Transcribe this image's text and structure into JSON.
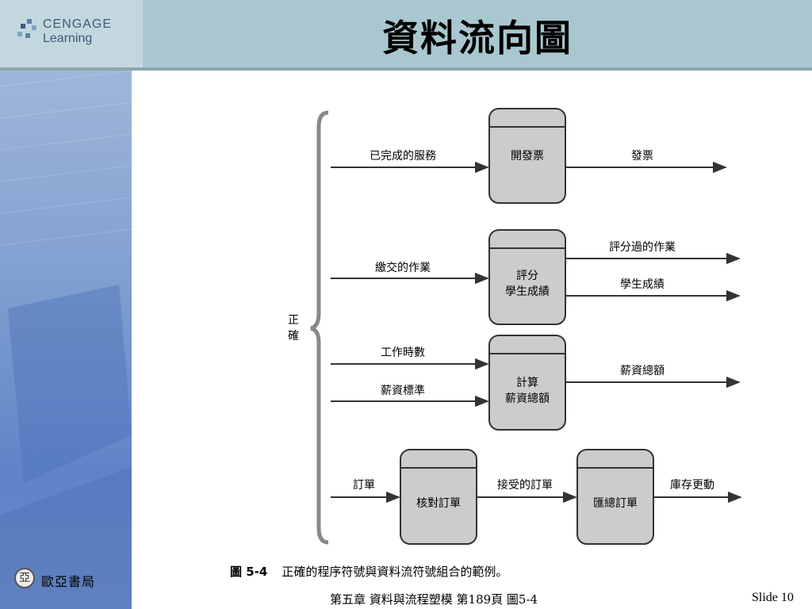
{
  "slide": {
    "title": "資料流向圖",
    "logo_line1": "CENGAGE",
    "logo_line2": "Learning",
    "publisher": "歐亞書局",
    "publisher_mark": "亞",
    "footer": "第五章 資料與流程塑模 第189頁 圖5-4",
    "slide_number": "Slide 10"
  },
  "diagram": {
    "brace_label": [
      "正",
      "確"
    ],
    "processes": [
      {
        "id": "p1",
        "lines": [
          "開發票"
        ]
      },
      {
        "id": "p2",
        "lines": [
          "評分",
          "學生成績"
        ]
      },
      {
        "id": "p3",
        "lines": [
          "計算",
          "薪資總額"
        ]
      },
      {
        "id": "p4",
        "lines": [
          "核對訂單"
        ]
      },
      {
        "id": "p5",
        "lines": [
          "匯總訂單"
        ]
      }
    ],
    "flows": [
      {
        "id": "f1",
        "label": "已完成的服務"
      },
      {
        "id": "f2",
        "label": "發票"
      },
      {
        "id": "f3",
        "label": "繳交的作業"
      },
      {
        "id": "f4",
        "label": "評分過的作業"
      },
      {
        "id": "f5",
        "label": "學生成績"
      },
      {
        "id": "f6",
        "label": "工作時數"
      },
      {
        "id": "f7",
        "label": "薪資標準"
      },
      {
        "id": "f8",
        "label": "薪資總額"
      },
      {
        "id": "f9",
        "label": "訂單"
      },
      {
        "id": "f10",
        "label": "接受的訂單"
      },
      {
        "id": "f11",
        "label": "庫存更動"
      }
    ],
    "caption_fig": "圖 5-4",
    "caption_text": "正確的程序符號與資料流符號組合的範例。"
  },
  "colors": {
    "header": "#a9c7cf",
    "sidebar": "#6f8fcc",
    "process_fill": "#cccccc"
  }
}
